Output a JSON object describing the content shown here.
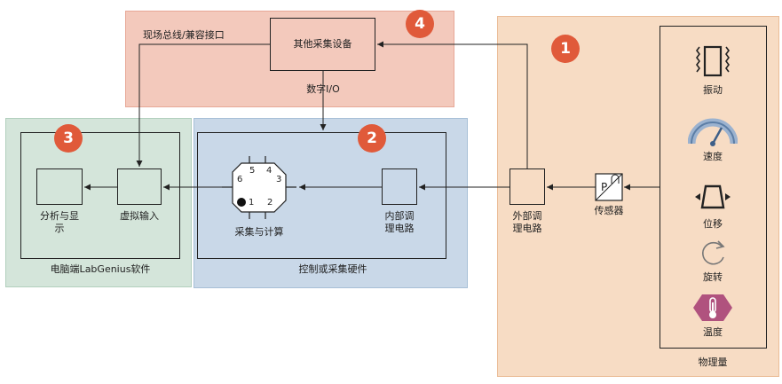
{
  "regions": {
    "physical": {
      "badge": "1",
      "title": "物理量"
    },
    "hardware": {
      "badge": "2",
      "title": "控制或采集硬件"
    },
    "software": {
      "badge": "3",
      "title": "电脑端LabGenius软件"
    },
    "other": {
      "badge": "4"
    }
  },
  "nodes": {
    "other_device": "其他采集设备",
    "digital_io": "数字I/O",
    "fieldbus": "现场总线/兼容接口",
    "ext_cond": "外部调\n理电路",
    "sensor": "传感器",
    "int_cond": "内部调\n理电路",
    "compute": "采集与计算",
    "virtual_in": "虚拟输入",
    "analyze": "分析与显\n示"
  },
  "chip_pins": [
    "1",
    "2",
    "3",
    "4",
    "5",
    "6"
  ],
  "quantities": [
    {
      "label": "振动",
      "icon": "vibration-icon"
    },
    {
      "label": "速度",
      "icon": "speedometer-icon"
    },
    {
      "label": "位移",
      "icon": "displacement-icon"
    },
    {
      "label": "旋转",
      "icon": "rotation-icon"
    },
    {
      "label": "温度",
      "icon": "thermometer-icon"
    }
  ],
  "colors": {
    "physical_bg": "#f7dcc4",
    "other_bg": "#f3c9bc",
    "hardware_bg": "#c9d8e8",
    "software_bg": "#d4e5da",
    "badge": "#e05a3a"
  }
}
